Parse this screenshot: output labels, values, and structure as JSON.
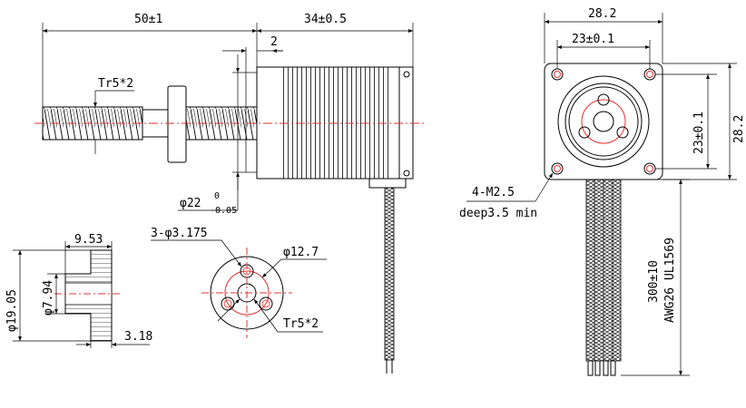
{
  "side_view": {
    "dim_lead_length": "50±1",
    "dim_motor_length": "34±0.5",
    "dim_boss": "2",
    "thread_spec": "Tr5*2",
    "dim_diameter_main": "φ22",
    "dim_tol_upper": "0",
    "dim_tol_lower": "-0.05"
  },
  "front_view": {
    "dim_width_overall": "28.2",
    "dim_hole_spacing": "23±0.1",
    "dim_hole_spacing_vertical": "23±0.1",
    "dim_height_overall": "28.2",
    "screw_spec": "4-M2.5",
    "screw_depth": "deep3.5 min",
    "cable_length": "300±10",
    "cable_spec": "AWG26 UL1569"
  },
  "nut_side": {
    "dim_width": "9.53",
    "dim_outer_dia": "φ19.05",
    "dim_inner_dia": "φ7.94",
    "dim_flange": "3.18"
  },
  "nut_front": {
    "holes_spec": "3-φ3.175",
    "pcd": "φ12.7",
    "thread_spec": "Tr5*2"
  },
  "colors": {
    "line": "#000000",
    "centerline": "#e53030",
    "background": "#ffffff"
  }
}
